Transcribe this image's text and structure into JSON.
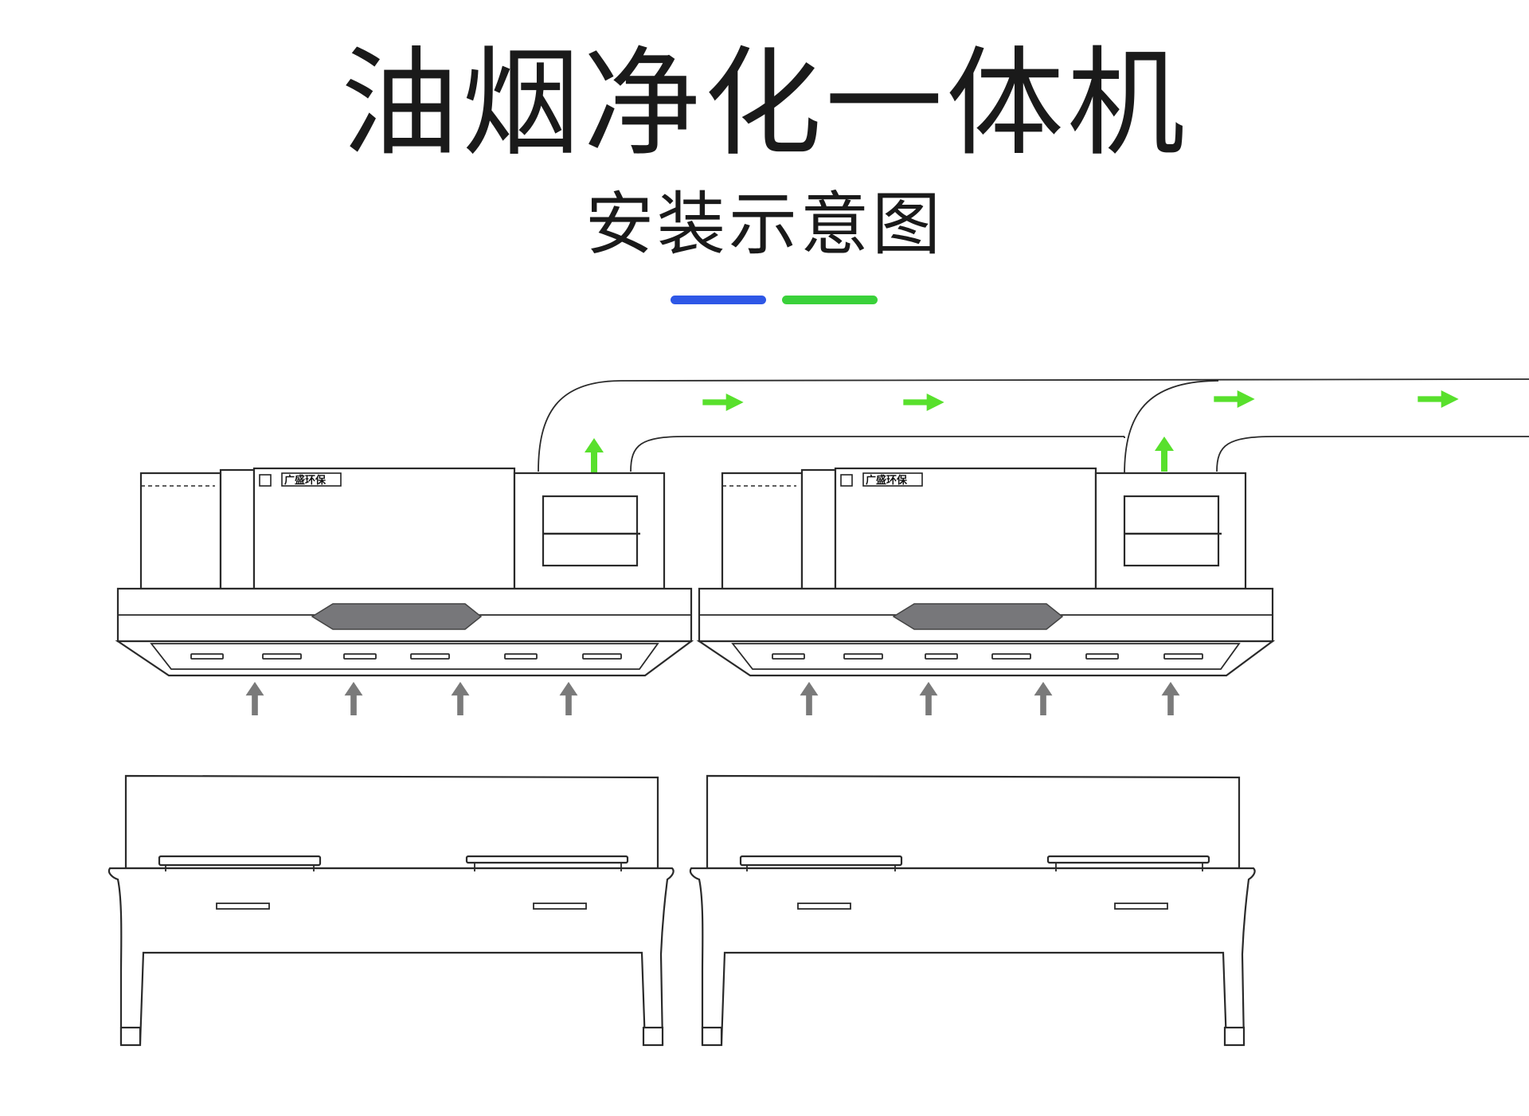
{
  "header": {
    "title": "油烟净化一体机",
    "subtitle": "安装示意图"
  },
  "colors": {
    "accent_blue": "#2e57e6",
    "accent_green": "#3ad13a",
    "airflow_out": "#58e02c",
    "airflow_in": "#7a7a7a",
    "panel_gray": "#77777a"
  },
  "diagram": {
    "unit_count": 2,
    "brand_label": "广盛环保",
    "icons": {
      "exhaust_arrow": "arrow-right-icon",
      "rising_arrow": "arrow-up-icon",
      "intake_arrow": "arrow-up-icon"
    }
  }
}
